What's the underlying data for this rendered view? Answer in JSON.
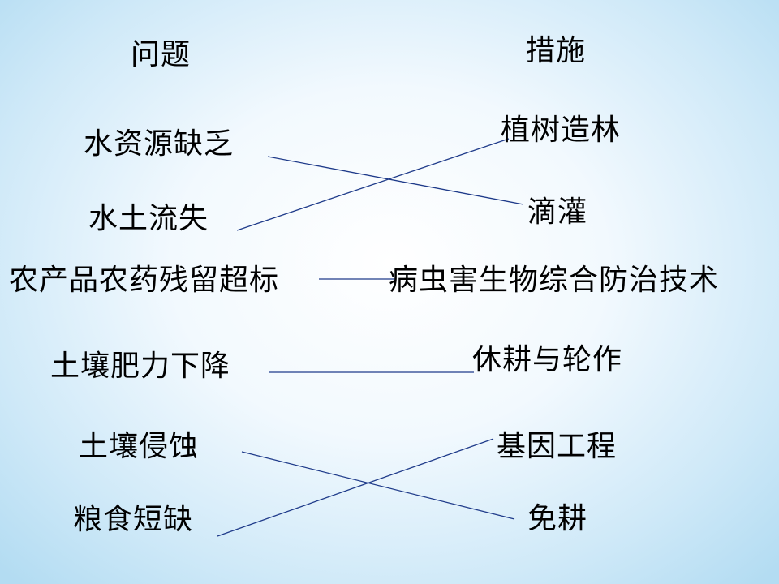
{
  "headers": {
    "problems": "问题",
    "measures": "措施"
  },
  "problems": [
    "水资源缺乏",
    "水土流失",
    "农产品农药残留超标",
    "土壤肥力下降",
    "土壤侵蚀",
    "粮食短缺"
  ],
  "measures": [
    "植树造林",
    "滴灌",
    "病虫害生物综合防治技术",
    "休耕与轮作",
    "基因工程",
    "免耕"
  ],
  "matches": [
    {
      "problem": "水资源缺乏",
      "measure": "滴灌"
    },
    {
      "problem": "水土流失",
      "measure": "植树造林"
    },
    {
      "problem": "农产品农药残留超标",
      "measure": "病虫害生物综合防治技术"
    },
    {
      "problem": "土壤肥力下降",
      "measure": "休耕与轮作"
    },
    {
      "problem": "土壤侵蚀",
      "measure": "免耕"
    },
    {
      "problem": "粮食短缺",
      "measure": "基因工程"
    }
  ],
  "colors": {
    "line": "#1f3b8a",
    "text": "#000000",
    "background_edge": "#b3dcf2"
  }
}
